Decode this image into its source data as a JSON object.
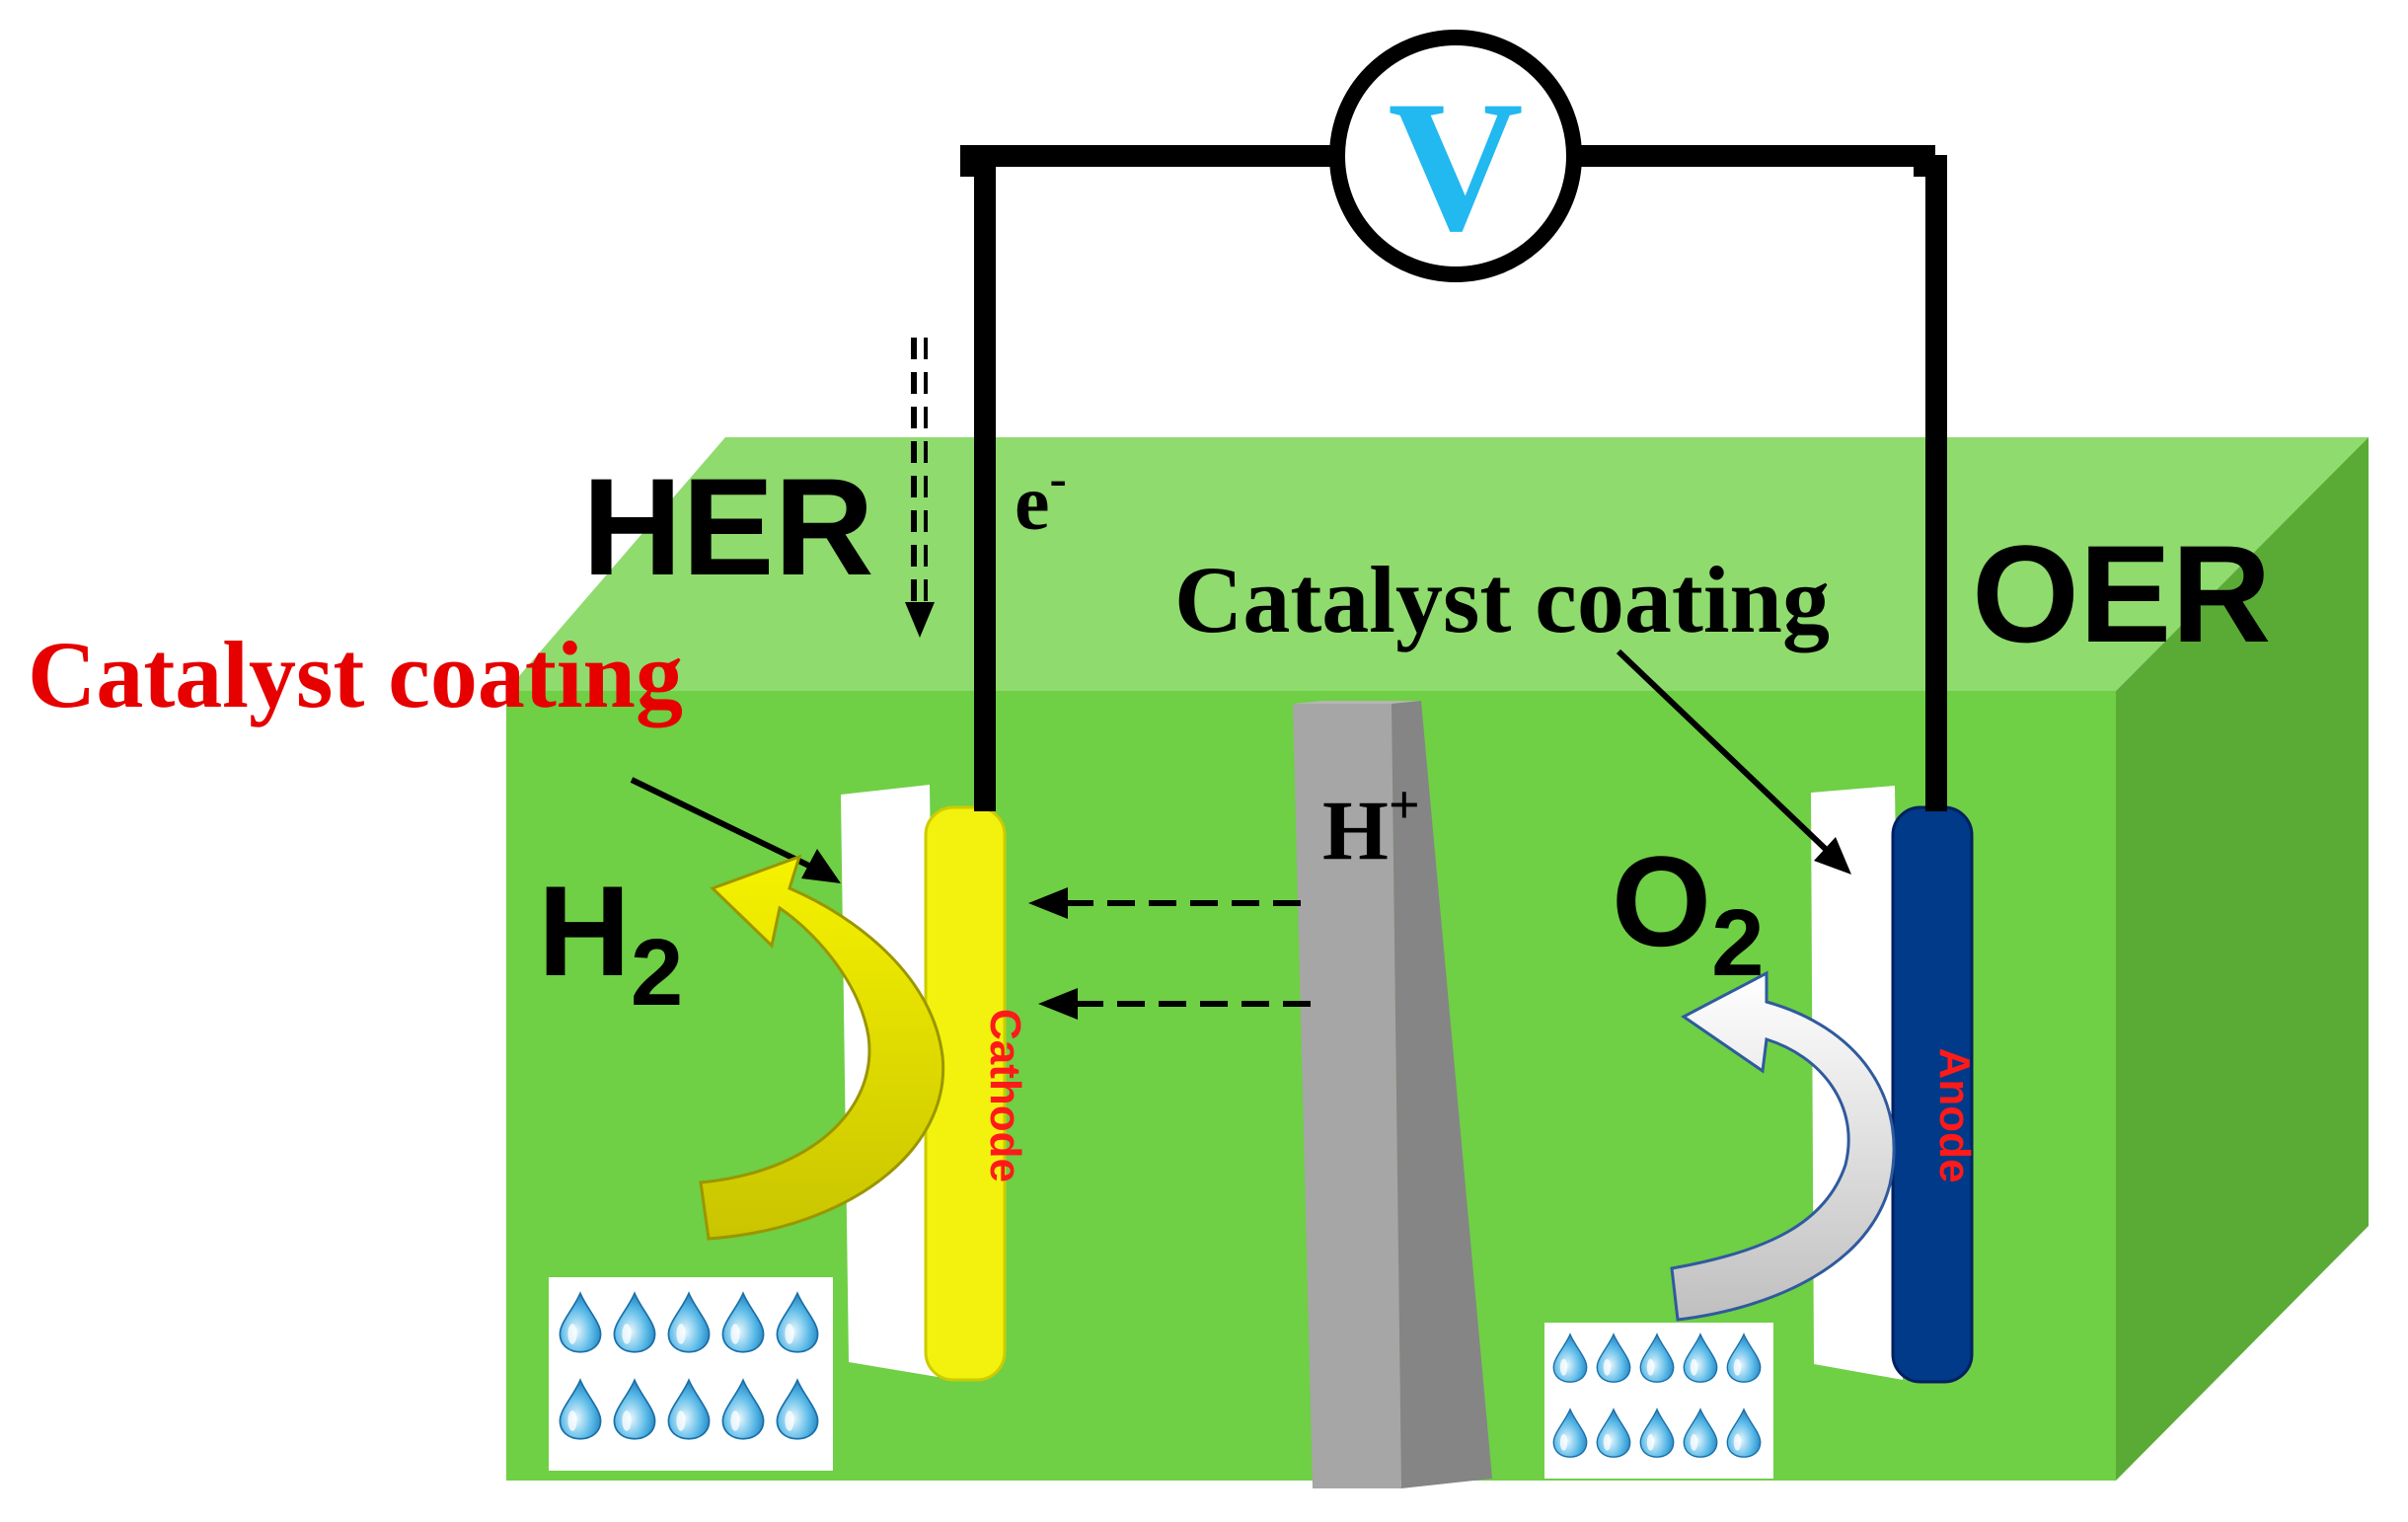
{
  "labels": {
    "her": "HER",
    "oer": "OER",
    "electron": "e",
    "electron_sup": "-",
    "proton": "H",
    "proton_sup": "+",
    "hydrogen": "H",
    "hydrogen_sub": "2",
    "oxygen": "O",
    "oxygen_sub": "2",
    "catalyst_left": "Catalyst coating",
    "catalyst_right": "Catalyst coating",
    "cathode": "Cathode",
    "anode": "Anode",
    "voltmeter": "V"
  },
  "colors": {
    "tank_top": "#8fdb6e",
    "tank_front": "#6fcf45",
    "tank_side": "#5aab36",
    "cathode": "#f2f20e",
    "anode": "#003a88",
    "membrane_front": "#a6a6a6",
    "membrane_side": "#858585",
    "catalyst_red": "#e60000",
    "electrode_label_red": "#ff1a1a",
    "voltmeter_v": "#22b8f0",
    "wire": "#000000"
  },
  "icons": {
    "droplet": "water-droplet-icon",
    "arrow_h2": "curved-arrow-yellow-icon",
    "arrow_o2": "curved-arrow-gray-icon"
  }
}
